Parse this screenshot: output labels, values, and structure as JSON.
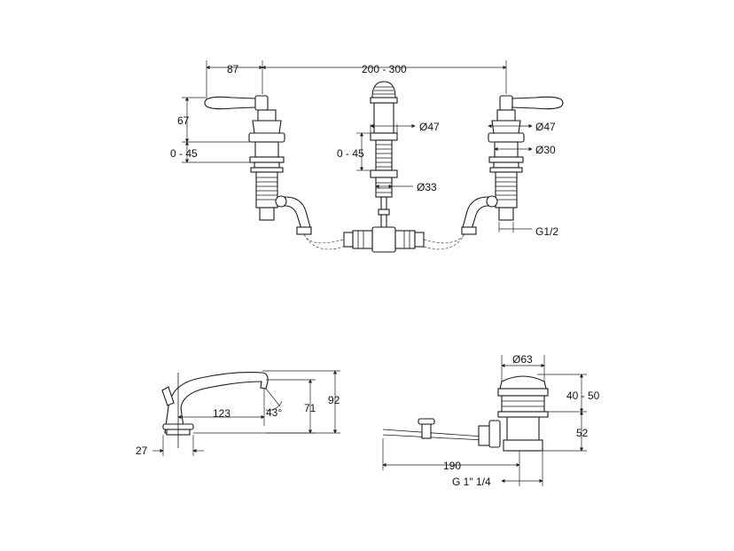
{
  "dimensions": {
    "top": {
      "d87": "87",
      "d200_300": "200 - 300",
      "d67": "67",
      "d0_45_left": "0 - 45",
      "d0_45_center": "0 - 45",
      "d47_center": "Ø47",
      "d33": "Ø33",
      "d47_right": "Ø47",
      "d30": "Ø30",
      "g12": "G1/2"
    },
    "spout": {
      "d123": "123",
      "d43": "43°",
      "d71": "71",
      "d92": "92",
      "d27": "27"
    },
    "waste": {
      "d63": "Ø63",
      "d40_50": "40 - 50",
      "d52": "52",
      "d190": "190",
      "g1": "G 1\" 1/4"
    }
  }
}
